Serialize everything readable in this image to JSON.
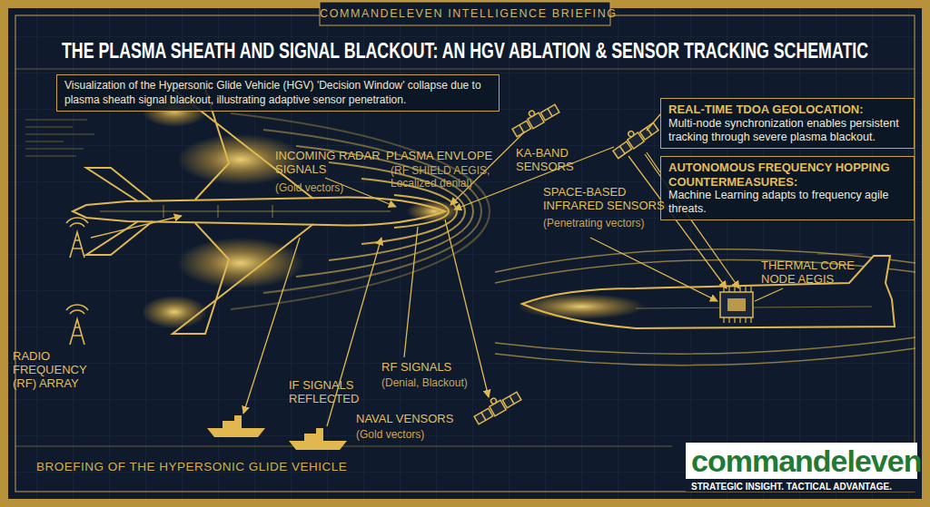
{
  "diagram": {
    "title": "THE PLASMA SHEATH AND SIGNAL BLACKOUT: AN HGV ABLATION & SENSOR TRACKING SCHEMATIC",
    "caption": "BROEFING OF THE HYPERSONIC GLIDE VEHICLE",
    "nodes": [
      {
        "text": [
          "Visualization of the Hypersonic Glide Vehicle (HGV) 'Decision Window' collapse due to plasma sheath signal blackout, illustrating adaptive sensor penetration."
        ]
      },
      {
        "text": [
          "REAL-TIME TDOA GEOLOCATION:",
          "Multi-node synchronization enables persistent tracking through severe plasma blackout."
        ]
      },
      {
        "text": [
          "AUTONOMOUS FREQUENCY HOPPING COUNTERMEASURES:",
          "Machine Learning adapts to frequency agile threats."
        ]
      },
      {
        "text": [
          "commandeleven",
          "STRATEGIC INSIGHT. TACTICAL ADVANTAGE."
        ]
      }
    ],
    "labels": [
      "COMMANDELEVEN INTELLIGENCE BRIEFING",
      "INCOMING RADAR SIGNALS",
      "(Gold vectors)",
      "PLASMA ENVLOPE",
      "(RF SHIELD AEGIS, Localized denial)",
      "KA-BAND SENSORS",
      "SPACE-BASED INFRARED SENSORS",
      "(Penetrating vectors)",
      "THERMAL CORE NODE AEGIS",
      "RADIO FREQUENCY (RF) ARRAY",
      "IF SIGNALS REFLECTED",
      "RF SIGNALS",
      "(Denial, Blackout)",
      "NAVAL VENSORS",
      "(Gold vectors)"
    ]
  }
}
